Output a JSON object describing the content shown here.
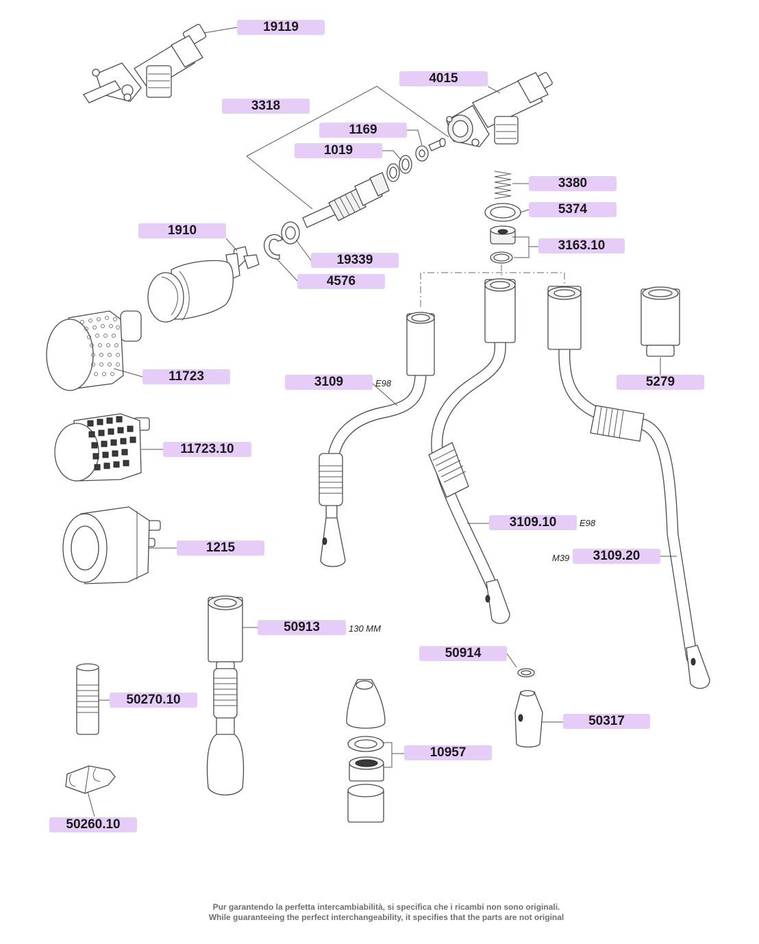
{
  "parts": {
    "p19119": "19119",
    "p4015": "4015",
    "p3318": "3318",
    "p1169": "1169",
    "p1019": "1019",
    "p3380": "3380",
    "p5374": "5374",
    "p1910": "1910",
    "p3163_10": "3163.10",
    "p19339": "19339",
    "p4576": "4576",
    "p11723": "11723",
    "p3109": "3109",
    "p5279": "5279",
    "p11723_10": "11723.10",
    "p3109_10": "3109.10",
    "p1215": "1215",
    "p3109_20": "3109.20",
    "p50913": "50913",
    "p50914": "50914",
    "p50270_10": "50270.10",
    "p50317": "50317",
    "p10957": "10957",
    "p50260_10": "50260.10"
  },
  "notes": {
    "e98_a": "E98",
    "e98_b": "E98",
    "m39": "M39",
    "mm130": "130 MM"
  },
  "footer": {
    "line_it": "Pur garantendo la perfetta intercambiabilità, si specifica che i ricambi non sono originali.",
    "line_en": "While guaranteeing the perfect interchangeability, it specifies that the parts are not original"
  }
}
